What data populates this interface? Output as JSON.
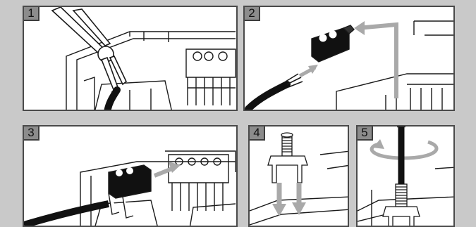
{
  "steps": [
    {
      "number": "1",
      "action": "strip-cable-with-pliers"
    },
    {
      "number": "2",
      "action": "insert-wires-into-plug"
    },
    {
      "number": "3",
      "action": "connect-plug-to-terminal"
    },
    {
      "number": "4",
      "action": "attach-antenna-bracket"
    },
    {
      "number": "5",
      "action": "screw-antenna-clockwise"
    }
  ],
  "colors": {
    "background": "#c9c9c9",
    "panel": "#ffffff",
    "line": "#1a1a1a",
    "arrow": "#a9a9a9",
    "badge": "#8c8c8c"
  }
}
